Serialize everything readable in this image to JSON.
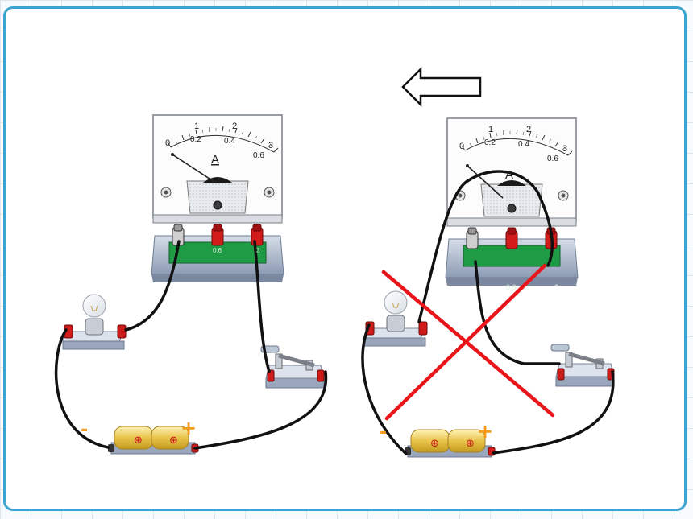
{
  "meter": {
    "unit": "A",
    "top_scale": [
      "0",
      "1",
      "2",
      "3"
    ],
    "bottom_scale": [
      "0.2",
      "0.4",
      "0.6"
    ],
    "terminals": [
      "",
      "0.6",
      "3"
    ]
  },
  "battery": {
    "negative": "-",
    "positive": "+",
    "cell_symbol": "⊕"
  },
  "colors": {
    "frame": "#3aa5cf",
    "wire": "#111111",
    "cross": "#e8151b",
    "terminal_red": "#d11a1a",
    "board_green": "#1f9a45",
    "battery_gold": "#e8c34a",
    "sign_orange": "#f59a1b"
  }
}
